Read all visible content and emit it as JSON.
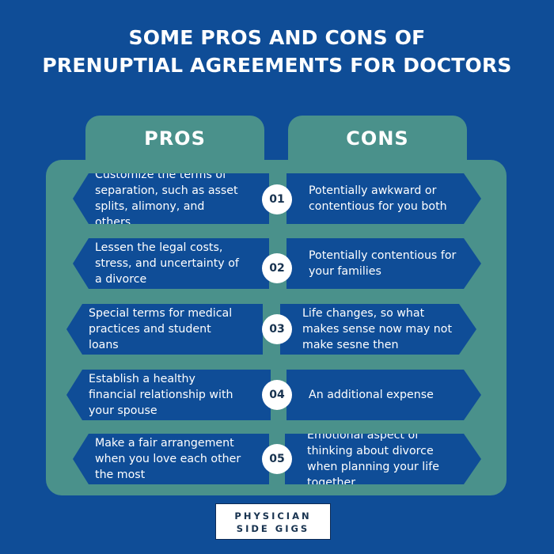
{
  "title": {
    "line1": "SOME PROS AND CONS OF",
    "line2": "PRENUPTIAL AGREEMENTS FOR DOCTORS"
  },
  "headers": {
    "pros": "PROS",
    "cons": "CONS"
  },
  "rows": [
    {
      "number": "01",
      "pro": "Customize the terms of separation, such as asset splits,  alimony, and others",
      "con": "Potentially awkward or contentious for you both"
    },
    {
      "number": "02",
      "pro": "Lessen the legal costs, stress, and uncertainty of a divorce",
      "con": "Potentially contentious for your families"
    },
    {
      "number": "03",
      "pro": "Special terms for medical practices and student loans",
      "con": "Life changes, so what makes sense now may not make sesne then"
    },
    {
      "number": "04",
      "pro": "Establish a healthy financial relationship with your spouse",
      "con": "An additional expense"
    },
    {
      "number": "05",
      "pro": "Make a fair arrangement when you love each other the most",
      "con": "Emotional aspect of thinking about divorce when planning your life together"
    }
  ],
  "logo": {
    "line1": "PHYSICIAN",
    "line2": "SIDE GIGS"
  },
  "colors": {
    "background": "#0f4d97",
    "panel": "#4a918b",
    "card": "#0f4d97",
    "text": "#ffffff"
  }
}
